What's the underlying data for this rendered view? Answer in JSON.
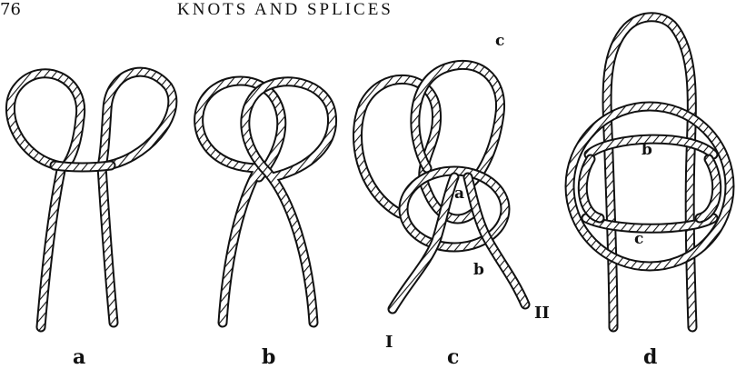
{
  "page": {
    "page_number": "76",
    "running_head": "KNOTS AND SPLICES"
  },
  "figure": {
    "captions": [
      "a",
      "b",
      "c",
      "d"
    ],
    "labels_c": {
      "c": "c",
      "a": "a",
      "b": "b",
      "end_one": "I",
      "end_two": "II"
    },
    "labels_d": {
      "b": "b",
      "c": "c"
    },
    "colors": {
      "rope_stroke": "#111111",
      "rope_fill": "#ffffff"
    }
  }
}
